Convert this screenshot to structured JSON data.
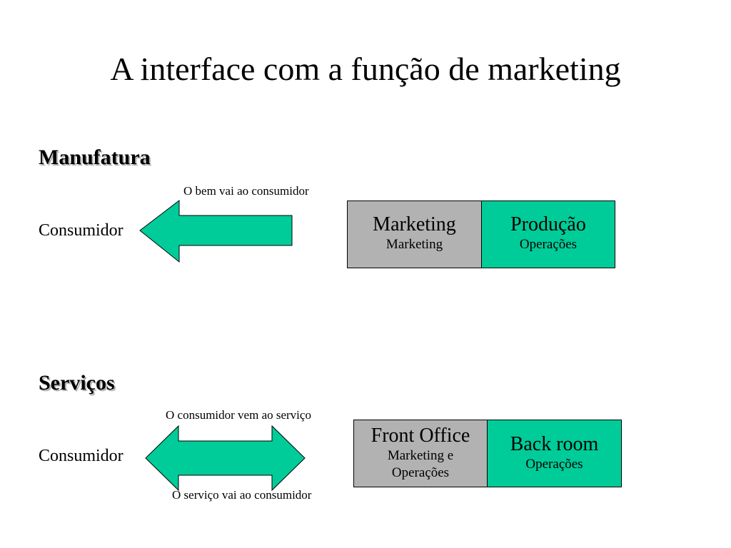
{
  "title": "A interface com a função de marketing",
  "colors": {
    "accent_green": "#00cc99",
    "box_gray": "#b2b2b2"
  },
  "manufacturing": {
    "heading": "Manufatura",
    "consumer_label": "Consumidor",
    "flow_caption": "O bem vai ao consumidor",
    "arrow_icon": "left-arrow",
    "boxes": [
      {
        "main": "Marketing",
        "sub": "Marketing"
      },
      {
        "main": "Produção",
        "sub": "Operações"
      }
    ]
  },
  "services": {
    "heading": "Serviços",
    "consumer_label": "Consumidor",
    "caption_top": "O consumidor vem ao serviço",
    "caption_bottom": "O serviço vai ao consumidor",
    "arrow_icon": "double-headed-arrow",
    "boxes": [
      {
        "main": "Front Office",
        "sub": "Marketing e Operações"
      },
      {
        "main": "Back room",
        "sub": "Operações"
      }
    ]
  }
}
